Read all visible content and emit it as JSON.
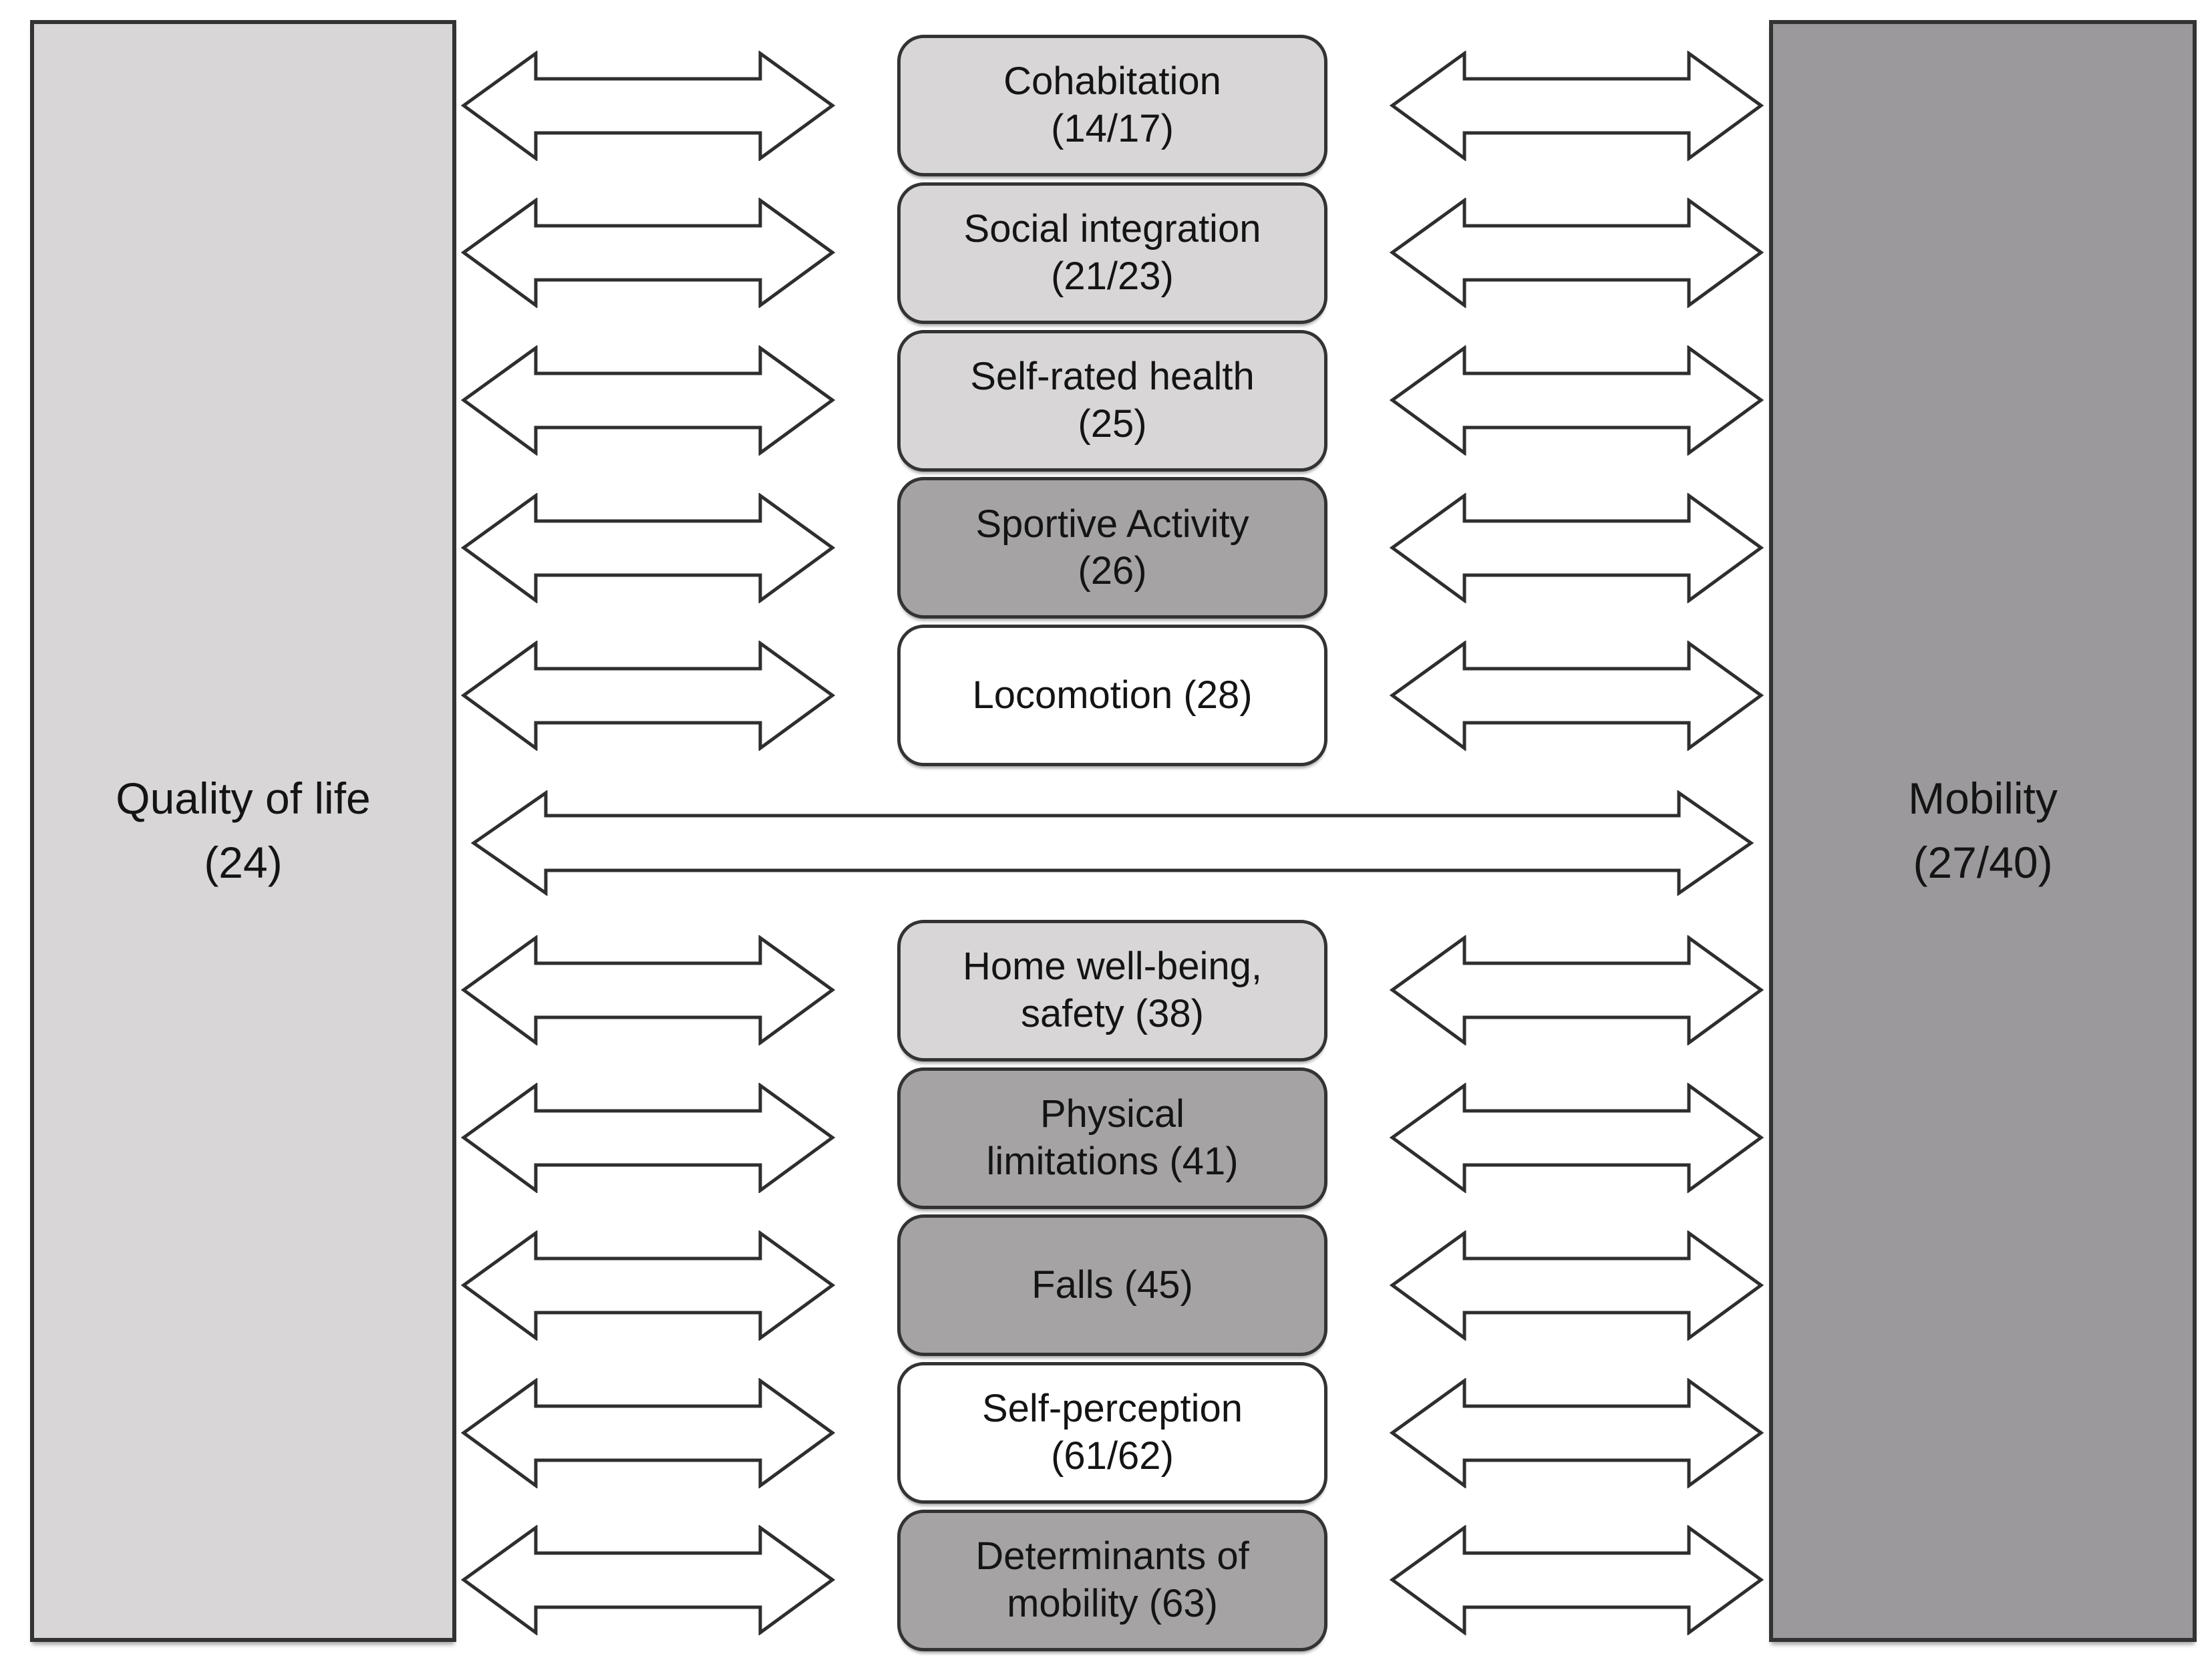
{
  "palette": {
    "bg": "#ffffff",
    "light-gray": "#d8d6d7",
    "mid-gray": "#a5a3a4",
    "right-gray": "#9b999b",
    "node-white": "#ffffff",
    "border": "#333333",
    "text": "#141414",
    "arrow-fill": "#ffffff",
    "arrow-stroke": "#2e2e2e"
  },
  "left_node": {
    "text": "Quality of life\n(24)",
    "shade": "light"
  },
  "right_node": {
    "text": "Mobility\n(27/40)",
    "shade": "dark"
  },
  "nodes": [
    {
      "text": "Cohabitation\n(14/17)",
      "shade": "light"
    },
    {
      "text": "Social integration\n(21/23)",
      "shade": "light"
    },
    {
      "text": "Self-rated health\n(25)",
      "shade": "light"
    },
    {
      "text": "Sportive Activity\n(26)",
      "shade": "dark"
    },
    {
      "text": "Locomotion (28)",
      "shade": "white"
    },
    {
      "text": "Home well-being,\nsafety (38)",
      "shade": "light"
    },
    {
      "text": "Physical\nlimitations (41)",
      "shade": "dark"
    },
    {
      "text": "Falls (45)",
      "shade": "dark"
    },
    {
      "text": "Self-perception\n(61/62)",
      "shade": "white"
    },
    {
      "text": "Determinants of\nmobility (63)",
      "shade": "dark"
    }
  ],
  "connectors": {
    "style": "double-headed arrow",
    "each_node_links_both_sides": true,
    "direct_long_arrow_between_outer_boxes": true
  }
}
